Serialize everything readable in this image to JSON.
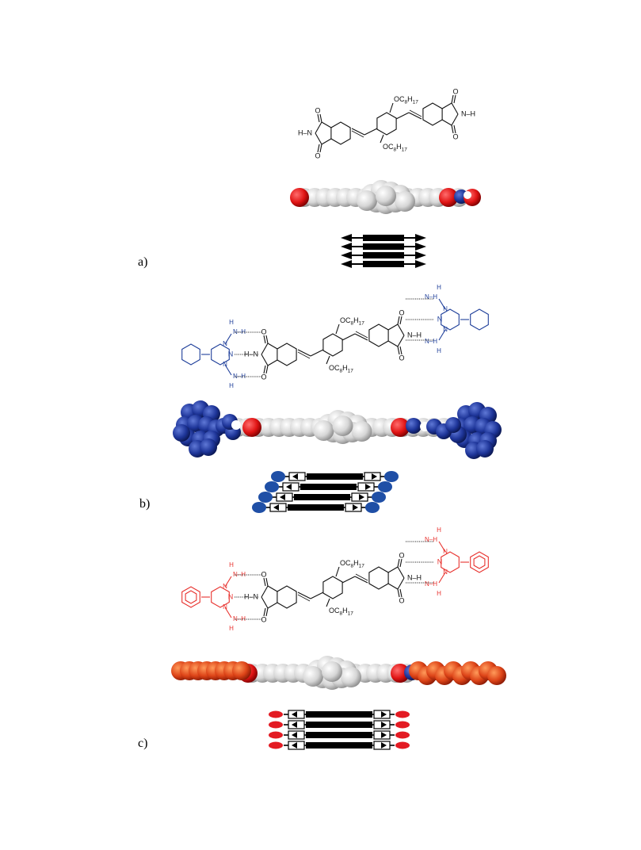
{
  "figure": {
    "panels": [
      {
        "label": "a)",
        "substituent_top": "OC8H17",
        "substituent_bottom": "OC8H17",
        "imide_left": "H–N",
        "imide_right": "N–H",
        "complementary_unit": "none",
        "complement_color": ""
      },
      {
        "label": "b)",
        "substituent_top": "OC8H17",
        "substituent_bottom": "OC8H17",
        "imide_left": "H–N",
        "imide_right": "N–H",
        "complementary_unit": "cyclohexyl diaminotriazine",
        "complement_color": "#1f3f9a"
      },
      {
        "label": "c)",
        "substituent_top": "OC8H17",
        "substituent_bottom": "OC8H17",
        "imide_left": "H–N",
        "imide_right": "N–H",
        "complementary_unit": "phenyl diaminotriazine",
        "complement_color": "#e8322e"
      }
    ],
    "atom_labels": {
      "oxygen": "O",
      "nitrogen": "N",
      "hydrogen": "H",
      "NH": "N–H",
      "HN": "H–N"
    },
    "colors": {
      "carbon_model": "#d9d9d9",
      "oxygen_model": "#e21b1b",
      "nitrogen_model": "#1b2f8a",
      "blue_bead": "#1f4fa6",
      "red_bead": "#e31b23",
      "orange_model": "#d9441c",
      "black": "#000000"
    }
  }
}
